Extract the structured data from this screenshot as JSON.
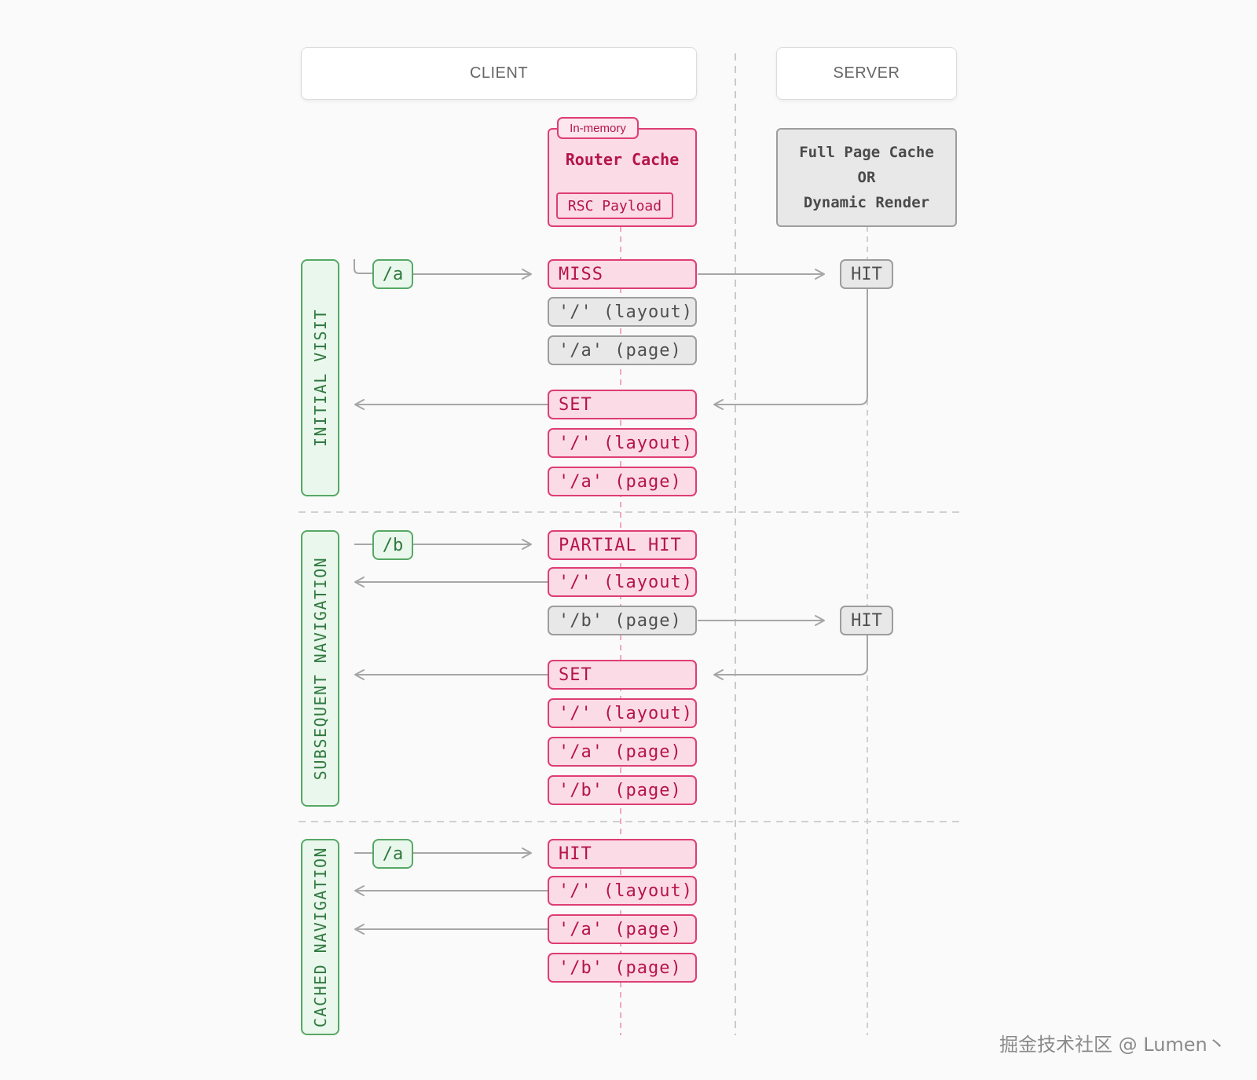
{
  "header": {
    "client": "CLIENT",
    "server": "SERVER"
  },
  "router_cache": {
    "tag": "In-memory",
    "title": "Router Cache",
    "payload": "RSC Payload"
  },
  "server_cache": {
    "line1": "Full Page Cache",
    "line2": "OR",
    "line3": "Dynamic Render"
  },
  "phases": {
    "initial": "INITIAL VISIT",
    "subsequent": "SUBSEQUENT NAVIGATION",
    "cached": "CACHED NAVIGATION"
  },
  "routes": {
    "initial": "/a",
    "subsequent": "/b",
    "cached": "/a"
  },
  "initial": {
    "miss": "MISS",
    "miss_items": [
      "'/' (layout)",
      "'/a' (page)"
    ],
    "set": "SET",
    "set_items": [
      "'/' (layout)",
      "'/a' (page)"
    ],
    "server_hit": "HIT"
  },
  "subsequent": {
    "partial": "PARTIAL HIT",
    "partial_items": [
      "'/' (layout)",
      "'/b' (page)"
    ],
    "set": "SET",
    "set_items": [
      "'/' (layout)",
      "'/a' (page)",
      "'/b' (page)"
    ],
    "server_hit": "HIT"
  },
  "cached": {
    "hit": "HIT",
    "items": [
      "'/' (layout)",
      "'/a' (page)",
      "'/b' (page)"
    ]
  },
  "watermark": "掘金技术社区 @ Lumen丶",
  "colors": {
    "pink_border": "#de3e73",
    "pink_fill": "#fbdbe5",
    "pink_text": "#b5144a",
    "gray_border": "#9d9d9d",
    "gray_fill": "#e8e8e8",
    "green_border": "#56a865",
    "green_fill": "#eaf7ec",
    "arrow": "#a6a6a6"
  }
}
